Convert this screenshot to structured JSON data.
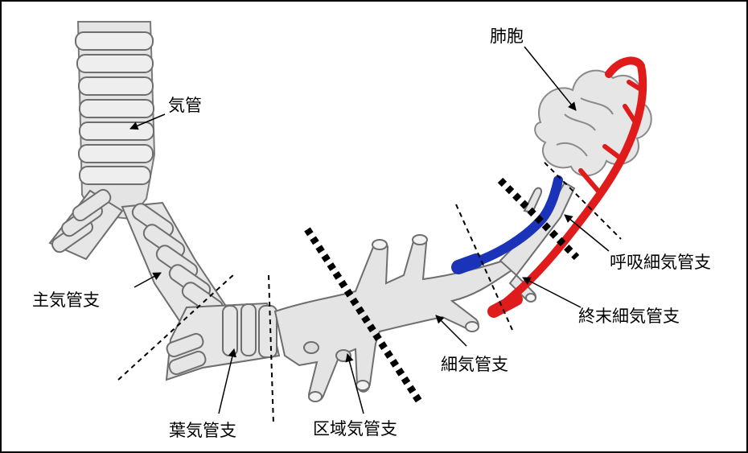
{
  "labels": {
    "trachea": "気管",
    "main_bronchus": "主気管支",
    "lobar_bronchus": "葉気管支",
    "segmental_bronchus": "区域気管支",
    "bronchiole": "細気管支",
    "terminal_bronchiole": "終末細気管支",
    "respiratory_bronchiole": "呼吸細気管支",
    "alveolus": "肺胞"
  },
  "colors": {
    "airway_fill": "#e4e4e4",
    "airway_stroke": "#7a7a7a",
    "artery": "#e01b1b",
    "vein": "#1a33b8",
    "divider": "#000000"
  }
}
